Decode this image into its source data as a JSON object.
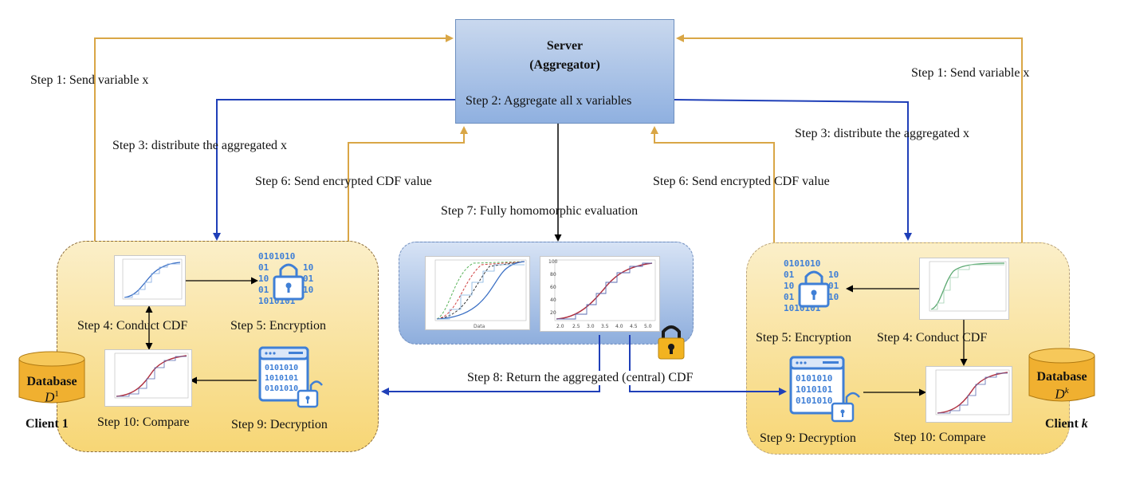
{
  "server": {
    "title": "Server",
    "subtitle": "(Aggregator)"
  },
  "steps": {
    "step1_left": "Step 1: Send variable x",
    "step1_right": "Step 1: Send variable x",
    "step2": "Step 2: Aggregate all x variables",
    "step3_left": "Step 3: distribute the aggregated x",
    "step3_right": "Step 3: distribute the aggregated x",
    "step6_left": "Step 6: Send encrypted CDF value",
    "step6_right": "Step 6: Send encrypted CDF value",
    "step7": "Step 7: Fully homomorphic evaluation",
    "step8": "Step 8: Return the aggregated (central) CDF"
  },
  "client1": {
    "name": "Client 1",
    "database_label": "Database",
    "database_symbol": "D",
    "database_sup": "1",
    "step4": "Step 4: Conduct CDF",
    "step5": "Step 5: Encryption",
    "step9": "Step 9: Decryption",
    "step10": "Step 10: Compare"
  },
  "clientk": {
    "name": "Client ",
    "name_suffix": "k",
    "database_label": "Database",
    "database_symbol": "D",
    "database_sup": "k",
    "step4": "Step 4: Conduct CDF",
    "step5": "Step 5: Encryption",
    "step9": "Step 9: Decryption",
    "step10": "Step 10: Compare"
  },
  "colors": {
    "orange_arrow": "#d9a646",
    "blue_arrow": "#1f3fb8",
    "black_arrow": "#000000",
    "icon_blue": "#3f7fd6"
  }
}
